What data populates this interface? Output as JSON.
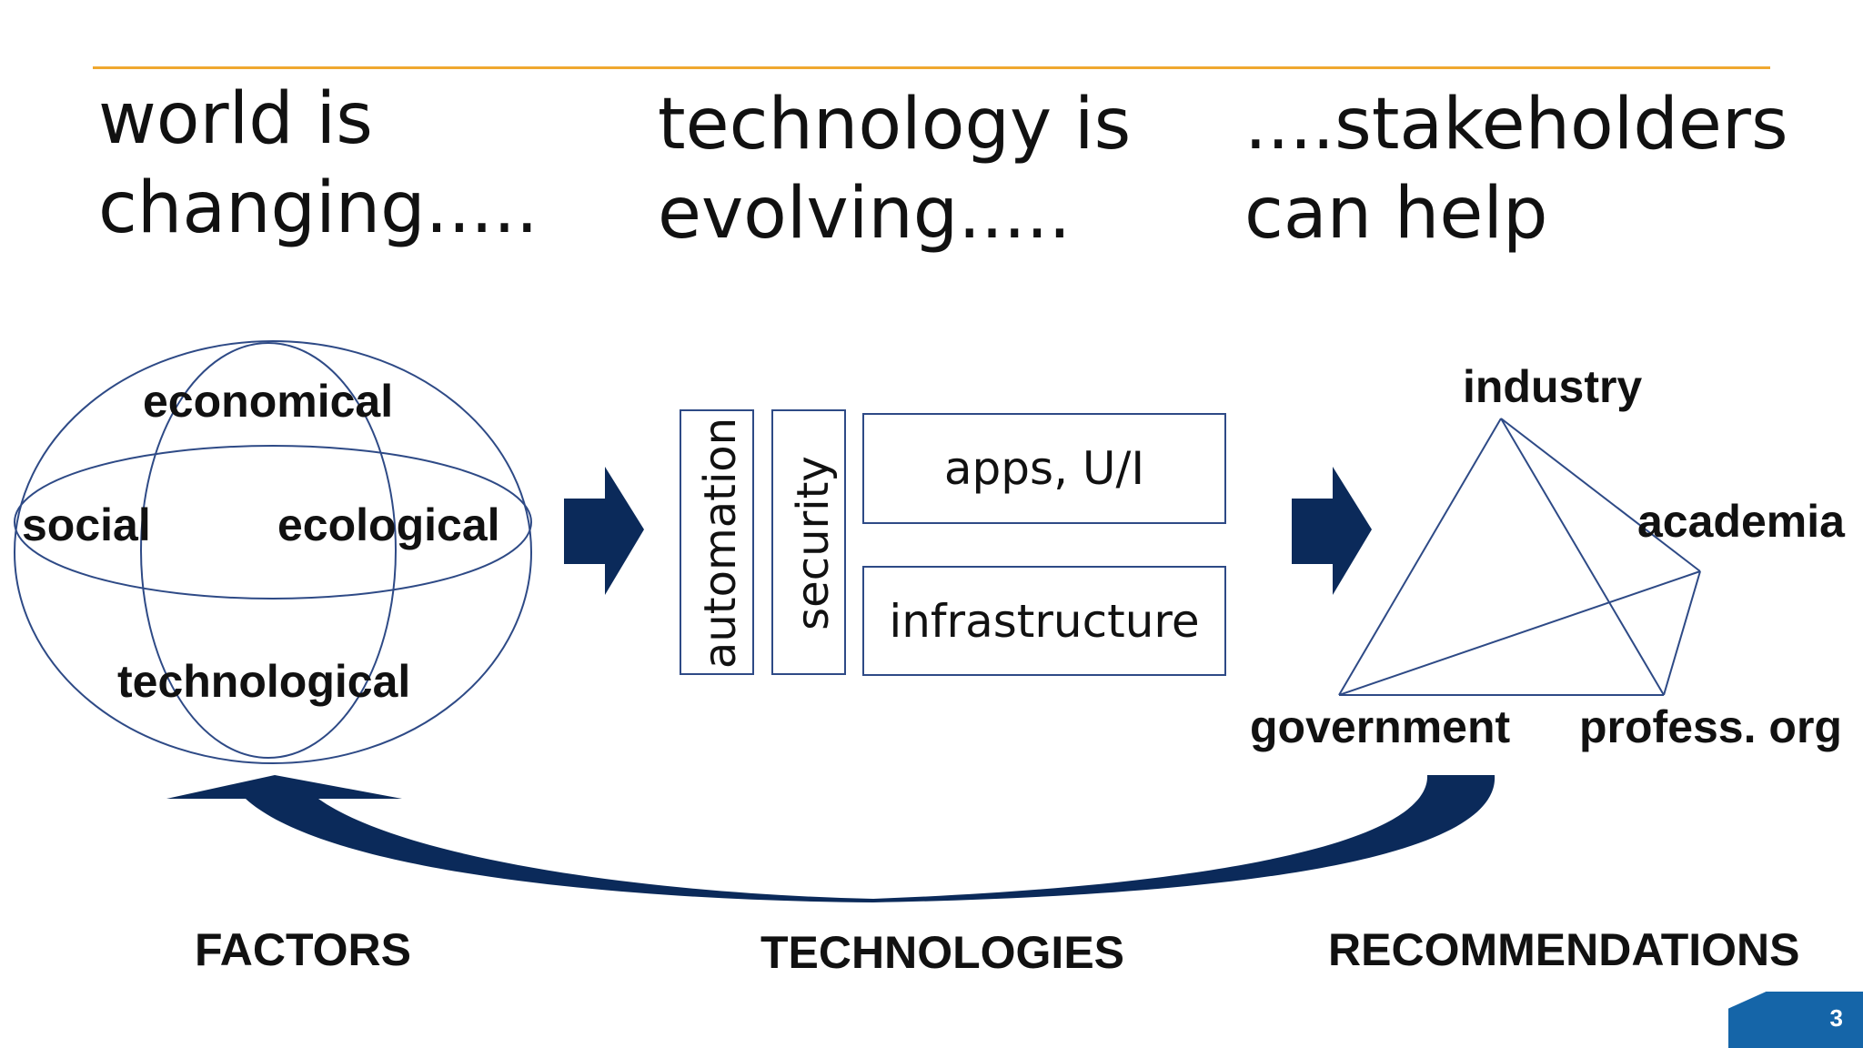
{
  "headings": {
    "world": "world is\nchanging.....",
    "technology": "technology is\nevolving.....",
    "stakeholders": "....stakeholders\ncan help"
  },
  "factors": {
    "economical": "economical",
    "social": "social",
    "ecological": "ecological",
    "technological": "technological"
  },
  "technologies": {
    "automation": "automation",
    "security": "security",
    "apps": "apps, U/I",
    "infrastructure": "infrastructure"
  },
  "stakeholders": {
    "industry": "industry",
    "academia": "academia",
    "government": "government",
    "profess_org": "profess. org"
  },
  "footer": {
    "factors": "FACTORS",
    "technologies": "TECHNOLOGIES",
    "recommendations": "RECOMMENDATIONS"
  },
  "page_number": "3",
  "colors": {
    "accent_line": "#f0a830",
    "arrow_navy": "#0b2a5a",
    "outline_blue": "#2e4a86",
    "page_tab": "#1565a8"
  }
}
